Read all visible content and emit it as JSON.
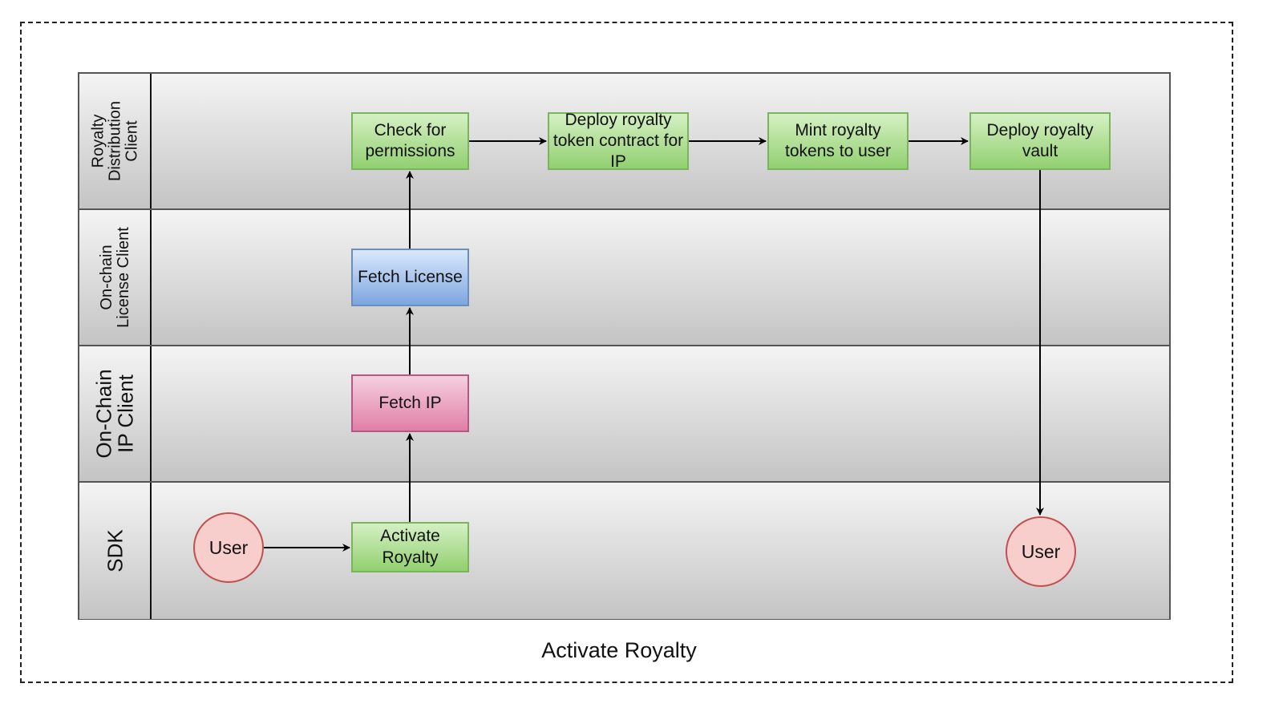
{
  "diagram": {
    "caption": "Activate Royalty",
    "lanes": [
      {
        "label": "Royalty\nDistribution\nClient",
        "font_size": 20
      },
      {
        "label": "On-chain\nLicense Client",
        "font_size": 20
      },
      {
        "label": "On-Chain\nIP Client",
        "font_size": 26
      },
      {
        "label": "SDK",
        "font_size": 26
      }
    ],
    "nodes": {
      "check_permissions": "Check for permissions",
      "deploy_token_contract": "Deploy royalty token contract for IP",
      "mint_tokens": "Mint royalty tokens to user",
      "deploy_vault": "Deploy royalty vault",
      "fetch_license": "Fetch License",
      "fetch_ip": "Fetch IP",
      "activate_royalty": "Activate Royalty",
      "user_start": "User",
      "user_end": "User"
    },
    "colors": {
      "green_fill": "#b9e0a5",
      "green_stroke": "#7ab55c",
      "blue_fill": "#a9c4eb",
      "blue_stroke": "#6c8ebf",
      "pink_fill": "#e6a0bf",
      "pink_stroke": "#b85685",
      "user_fill": "#f8cecc",
      "user_stroke": "#c0504d"
    }
  }
}
